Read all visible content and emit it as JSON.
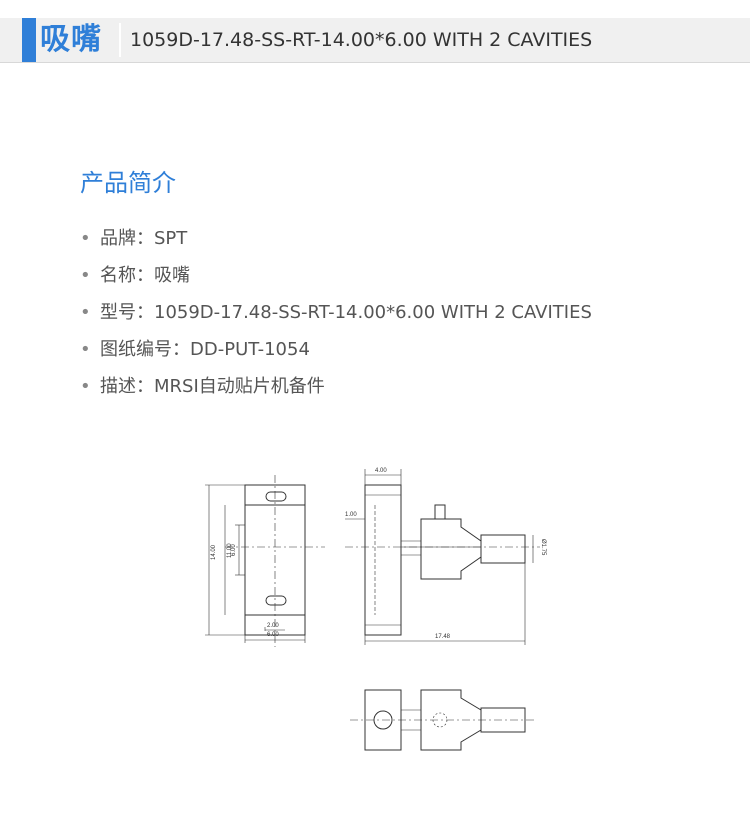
{
  "header": {
    "product_name": "吸嘴",
    "model": "1059D-17.48-SS-RT-14.00*6.00 WITH 2 CAVITIES",
    "accent_color": "#2f7fd8"
  },
  "section": {
    "title": "产品简介"
  },
  "specs": [
    {
      "label": "品牌",
      "value": "SPT"
    },
    {
      "label": "名称",
      "value": "吸嘴"
    },
    {
      "label": "型号",
      "value": "1059D-17.48-SS-RT-14.00*6.00 WITH 2 CAVITIES"
    },
    {
      "label": "图纸编号",
      "value": "DD-PUT-1054"
    },
    {
      "label": "描述",
      "value": "MRSI自动贴片机备件"
    }
  ],
  "drawing": {
    "dims": {
      "left_height": "14.00",
      "left_inner": "11.00",
      "left_core": "6.00",
      "left_small_width": "2.00",
      "left_width": "6.00",
      "top_width": "4.00",
      "step": "1.00",
      "length": "17.48",
      "diameter": "Ø1.75"
    }
  }
}
